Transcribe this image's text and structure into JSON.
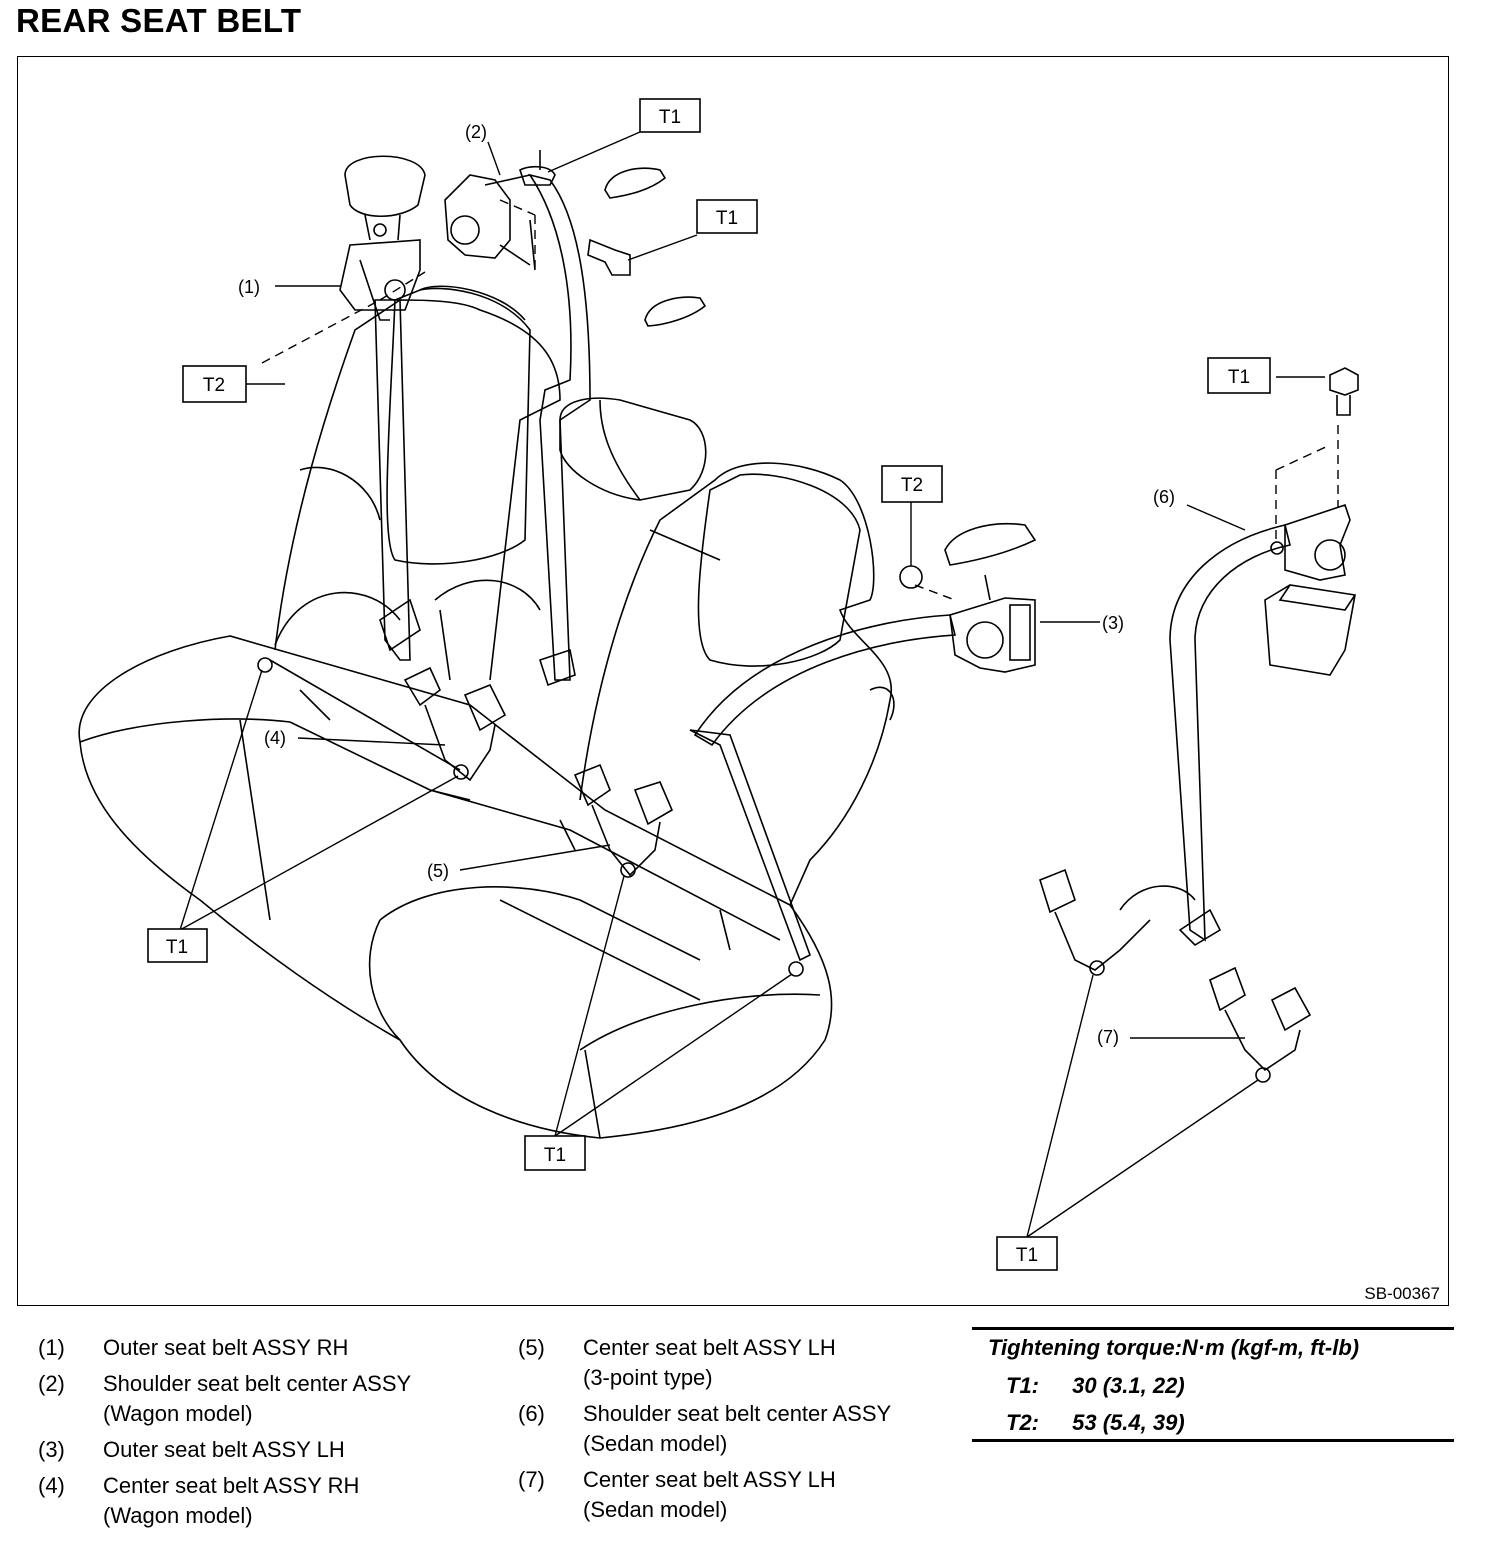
{
  "page": {
    "title": "REAR SEAT BELT",
    "figure_code": "SB-00367"
  },
  "callouts": {
    "n1": "(1)",
    "n2": "(2)",
    "n3": "(3)",
    "n4": "(4)",
    "n5": "(5)",
    "n6": "(6)",
    "n7": "(7)",
    "t1": "T1",
    "t2": "T2"
  },
  "legend": {
    "left": [
      {
        "num": "(1)",
        "lines": [
          "Outer seat belt ASSY RH"
        ]
      },
      {
        "num": "(2)",
        "lines": [
          "Shoulder seat belt center ASSY",
          "(Wagon model)"
        ]
      },
      {
        "num": "(3)",
        "lines": [
          "Outer seat belt ASSY LH"
        ]
      },
      {
        "num": "(4)",
        "lines": [
          "Center seat belt ASSY RH",
          "(Wagon model)"
        ]
      }
    ],
    "right": [
      {
        "num": "(5)",
        "lines": [
          "Center seat belt ASSY LH",
          "(3-point type)"
        ]
      },
      {
        "num": "(6)",
        "lines": [
          "Shoulder seat belt center ASSY",
          "(Sedan model)"
        ]
      },
      {
        "num": "(7)",
        "lines": [
          "Center seat belt ASSY LH",
          "(Sedan model)"
        ]
      }
    ]
  },
  "torque": {
    "header": "Tightening torque:N·m (kgf-m, ft-lb)",
    "rows": [
      {
        "key": "T1:",
        "value": "30 (3.1, 22)"
      },
      {
        "key": "T2:",
        "value": "53 (5.4, 39)"
      }
    ]
  }
}
